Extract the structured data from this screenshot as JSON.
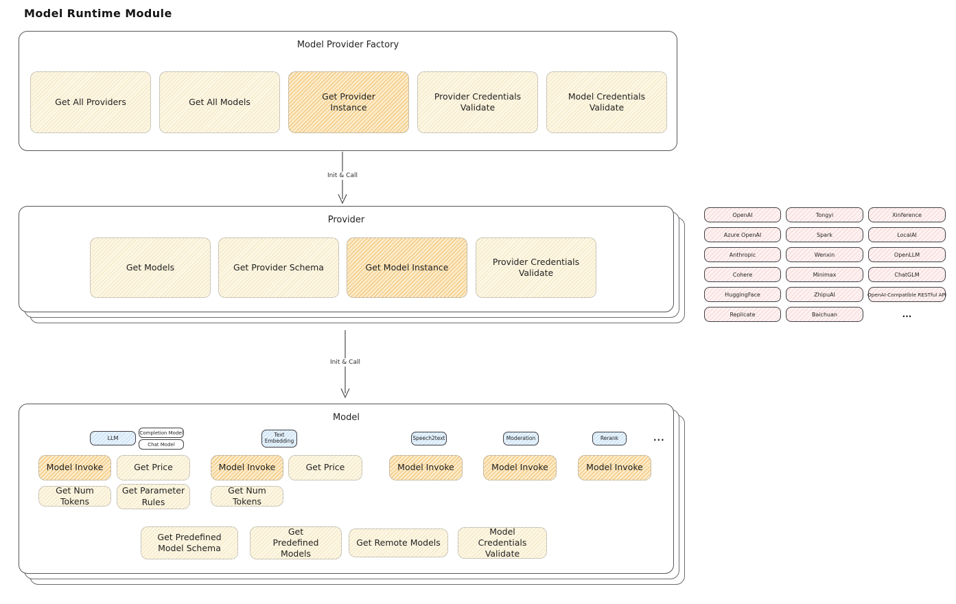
{
  "title": "Model Runtime Module",
  "arrows": {
    "label1": "Init & Call",
    "label2": "Init & Call"
  },
  "factory": {
    "label": "Model Provider Factory",
    "boxes": [
      "Get All Providers",
      "Get All Models",
      "Get Provider Instance",
      "Provider Credentials Validate",
      "Model Credentials Validate"
    ],
    "highlighted_index": 2
  },
  "provider": {
    "label": "Provider",
    "boxes": [
      "Get Models",
      "Get Provider Schema",
      "Get Model Instance",
      "Provider Credentials Validate"
    ],
    "highlighted_index": 2
  },
  "provider_list": {
    "columns": [
      [
        "OpenAI",
        "Azure OpenAI",
        "Anthropic",
        "Cohere",
        "HuggingFace",
        "Replicate"
      ],
      [
        "Tongyi",
        "Spark",
        "Wenxin",
        "Minimax",
        "ZhipuAI",
        "Baichuan"
      ],
      [
        "Xinference",
        "LocalAI",
        "OpenLLM",
        "ChatGLM",
        "OpenAI-Compatible RESTful API"
      ]
    ],
    "more": "..."
  },
  "model": {
    "label": "Model",
    "more": "...",
    "sections": [
      {
        "tab": "LLM",
        "sub_tabs": [
          "Completion Model",
          "Chat Model"
        ],
        "boxes": [
          "Model Invoke",
          "Get Price",
          "Get Num Tokens",
          "Get Parameter Rules"
        ]
      },
      {
        "tab": "Text Embedding",
        "boxes": [
          "Model Invoke",
          "Get Price",
          "Get Num Tokens"
        ]
      },
      {
        "tab": "Speech2text",
        "boxes": [
          "Model Invoke"
        ]
      },
      {
        "tab": "Moderation",
        "boxes": [
          "Model Invoke"
        ]
      },
      {
        "tab": "Rerank",
        "boxes": [
          "Model Invoke"
        ]
      }
    ],
    "shared_boxes": [
      "Get Predefined Model Schema",
      "Get Predefined Models",
      "Get Remote Models",
      "Model Credentials Validate"
    ]
  },
  "colors": {
    "highlight_fill": "#f5c268",
    "light_fill": "#fcf7e5",
    "pink_fill": "#fdf2f2",
    "blue_fill": "#e7f2fb",
    "ink": "#1f1f1f"
  }
}
